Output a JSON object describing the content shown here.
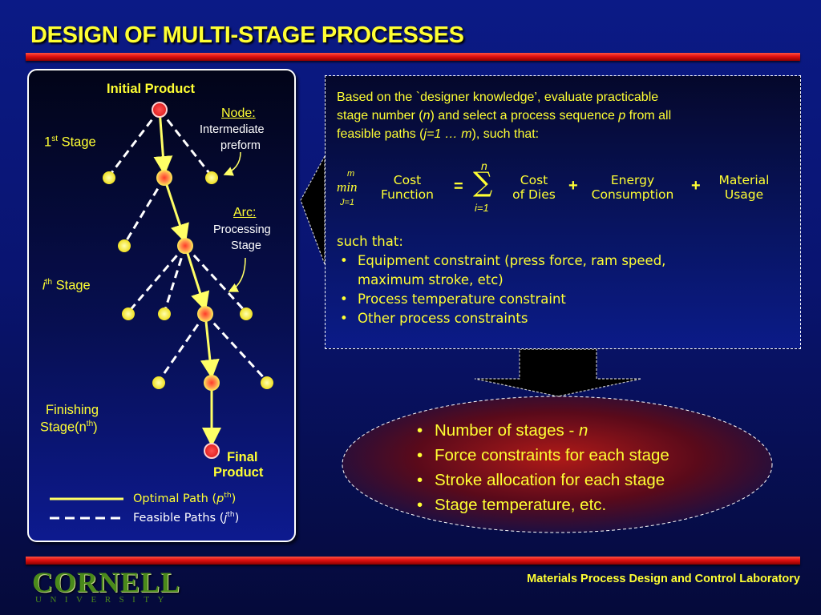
{
  "slide": {
    "title": "DESIGN OF MULTI-STAGE PROCESSES",
    "footer": "Materials Process Design and Control Laboratory",
    "logo": {
      "name": "CORNELL",
      "sub": "UNIVERSITY"
    }
  },
  "diagram": {
    "initial_product": "Initial Product",
    "node_title": "Node:",
    "node_desc_1": "Intermediate",
    "node_desc_2": "preform",
    "arc_title": "Arc:",
    "arc_desc_1": "Processing",
    "arc_desc_2": "Stage",
    "stage1_num": "1",
    "stage1_sup": "st",
    "stage1_word": "Stage",
    "stagei_num": "i",
    "stagei_sup": "th",
    "stagei_word": "Stage",
    "finishing_1": "Finishing",
    "finishing_2a": "Stage(n",
    "finishing_sup": "th",
    "finishing_2b": ")",
    "final_1": "Final",
    "final_2": "Product",
    "legend_optimal_a": "Optimal Path (",
    "legend_optimal_var": "p",
    "legend_optimal_sup": "th",
    "legend_optimal_b": ")",
    "legend_feasible_a": "Feasible Paths (",
    "legend_feasible_var": "j",
    "legend_feasible_sup": "th",
    "legend_feasible_b": ")",
    "colors": {
      "optimal": "#ffff66",
      "feasible": "#ffffff",
      "node": "#ffff33",
      "endpoint": "#ff5a5a"
    }
  },
  "problem": {
    "intro_1": "Based on the `designer knowledge’, evaluate practicable",
    "intro_2a": "stage number (",
    "intro_2var": "n",
    "intro_2b": ") and select a process sequence ",
    "intro_2var2": "p",
    "intro_2c": " from all",
    "intro_3a": "feasible paths (",
    "intro_3var": "j=1 … m",
    "intro_3b": "), such that:",
    "formula": {
      "min_top": "m",
      "min": "min",
      "min_bottom": "J=1",
      "cost_function_1": "Cost",
      "cost_function_2": "Function",
      "equals": "=",
      "sum_top": "n",
      "sum_symbol": "∑",
      "sum_bottom": "i=1",
      "cost_dies_1": "Cost",
      "cost_dies_2": "of Dies",
      "plus": "+",
      "energy_1": "Energy",
      "energy_2": "Consumption",
      "material_1": "Material",
      "material_2": "Usage"
    },
    "such_that": "such that:",
    "constraints": [
      "Equipment constraint (press force, ram speed,",
      "maximum stroke, etc)",
      "Process temperature constraint",
      "Other process constraints"
    ]
  },
  "results": {
    "items_prefix": [
      "Number of stages - ",
      "Force constraints for each stage",
      "Stroke allocation for each stage",
      "Stage temperature, etc."
    ],
    "first_var": "n"
  }
}
